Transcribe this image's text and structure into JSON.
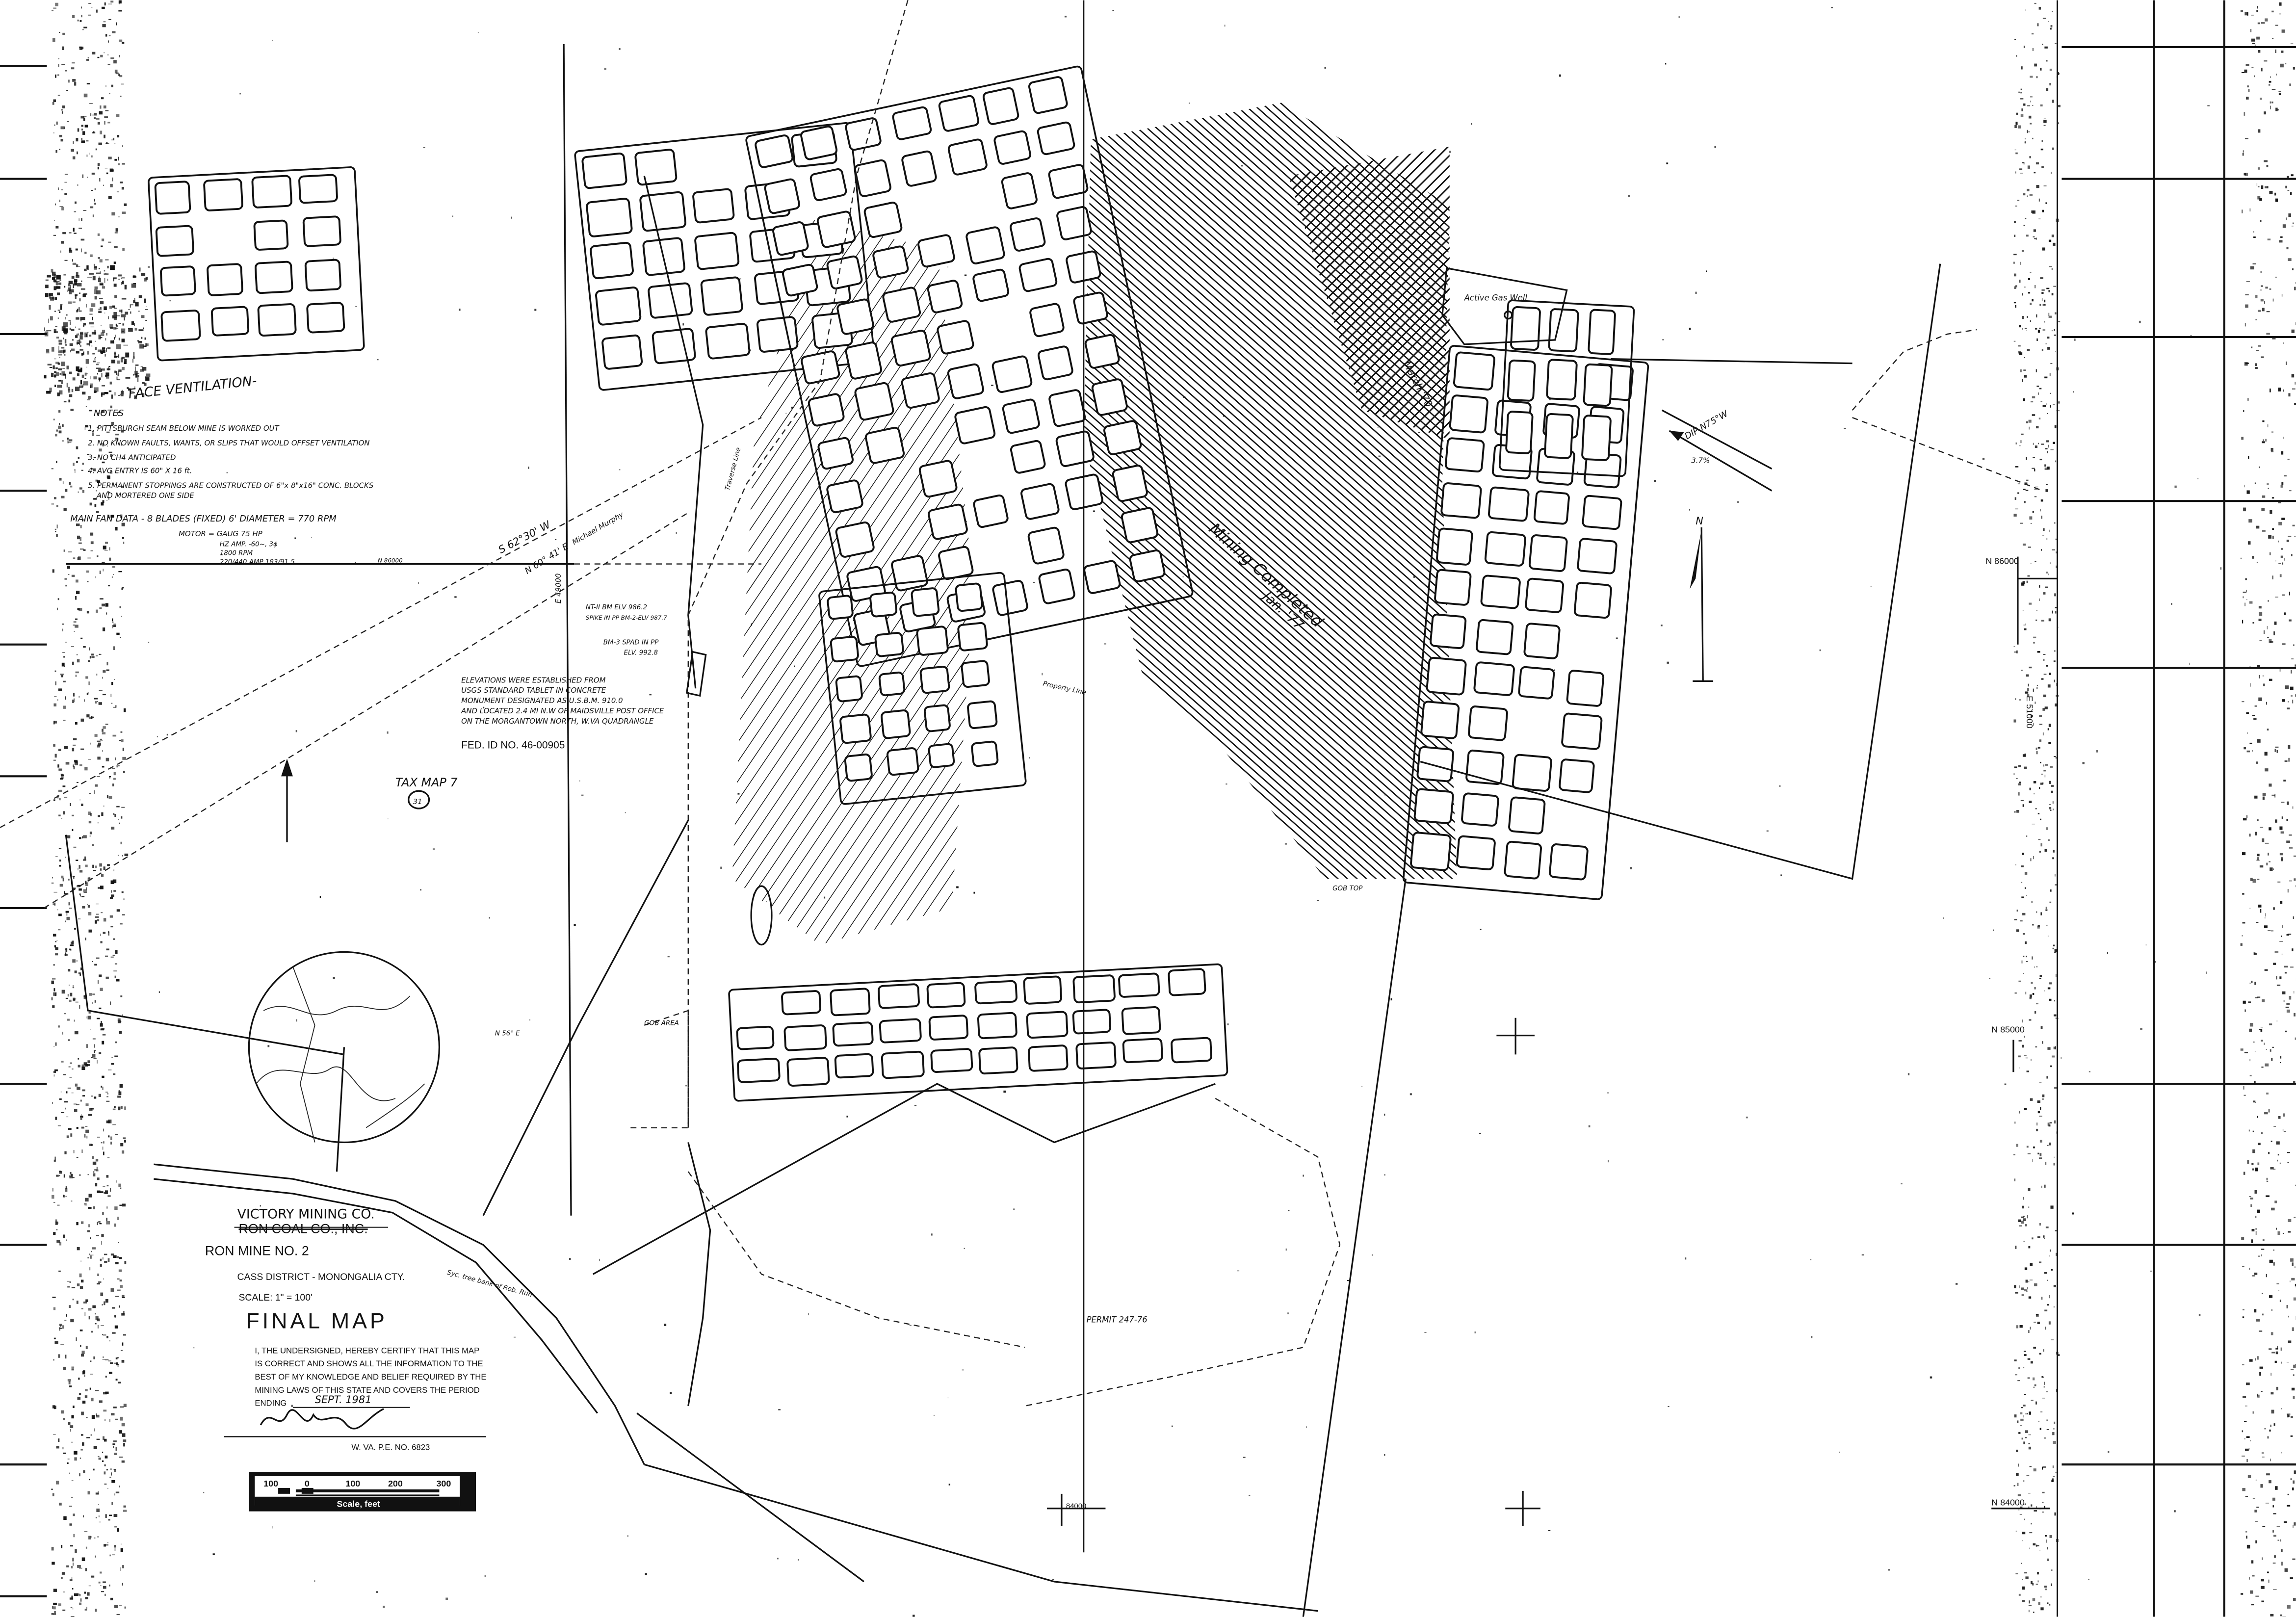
{
  "notes": {
    "heading": "FACE VENTILATION-",
    "label": "NOTES",
    "items": [
      "1. PITTSBURGH SEAM BELOW MINE IS WORKED OUT",
      "2. NO KNOWN FAULTS, WANTS, OR SLIPS THAT WOULD OFFSET VENTILATION",
      "3. NO CH4 ANTICIPATED",
      "4. AVG ENTRY IS 60\" X 16 ft.",
      "5. PERMANENT STOPPINGS ARE CONSTRUCTED OF 6\"x 8\"x16\" CONC. BLOCKS",
      "AND MORTERED ONE SIDE"
    ]
  },
  "fan_data": {
    "line1": "MAIN FAN DATA - 8 BLADES (FIXED) 6' DIAMETER = 770 RPM",
    "line2": "MOTOR = GAUG 75 HP",
    "line3": "HZ AMP. -60~, 3ϕ",
    "line4": "1800 RPM",
    "line5": "220/440 AMP 183/91.5",
    "grid_label": "N 86000"
  },
  "survey": {
    "bearing1": "S 62°30' W",
    "bearing2": "N 60° 41' E",
    "bearing_note": "Michael Murphy",
    "easting_left": "E 49000",
    "bm1": "NT-II BM ELV 986.2",
    "bm2": "SPIKE IN PP BM-2-ELV 987.7",
    "bm3": "BM-3 SPAD IN PP",
    "bm3_elev": "ELV. 992.8",
    "traverse": "Traverse Line",
    "property": "Property Line"
  },
  "elevation_note": [
    "ELEVATIONS WERE ESTABLISHED FROM",
    "USGS STANDARD TABLET IN CONCRETE",
    "MONUMENT DESIGNATED AS U.S.B.M. 910.0",
    "AND LOCATED 2.4 MI N.W OF MAIDSVILLE POST OFFICE",
    "ON THE MORGANTOWN NORTH, W.VA QUADRANGLE"
  ],
  "fed_id": "FED. ID NO. 46-00905",
  "tax_map": {
    "label": "TAX MAP 7",
    "parcel": "31"
  },
  "annotations": {
    "mining_completed": "Mining Completed",
    "mining_completed_date": "Jan. '77",
    "march": "March '70",
    "gas_well": "Active Gas Well",
    "dip": "DIP N75°W",
    "dip_pct": "3.7%",
    "gob_top": "GOB TOP",
    "gob_area": "GOB AREA",
    "permit": "PERMIT 247-76",
    "bearing_road": "N 56° E",
    "sycamore": "Syc. tree bank of Rob. Run",
    "north": "N"
  },
  "grid_labels": {
    "n86000": "N 86000",
    "e51000": "E 51000",
    "n85000": "N 85000",
    "n84000": "N 84000",
    "e_bottom": "84000"
  },
  "title_block": {
    "company_new": "VICTORY MINING CO.",
    "company_old": "RON COAL CO., INC.",
    "mine": "RON MINE NO. 2",
    "district": "CASS DISTRICT - MONONGALIA CTY.",
    "scale": "SCALE: 1\" = 100'",
    "title": "FINAL MAP",
    "certification": [
      "I, THE UNDERSIGNED, HEREBY CERTIFY THAT THIS MAP",
      "IS CORRECT AND SHOWS ALL THE INFORMATION TO THE",
      "BEST OF MY KNOWLEDGE AND BELIEF  REQUIRED BY THE",
      "MINING LAWS OF THIS STATE AND COVERS THE PERIOD"
    ],
    "ending_label": "ENDING",
    "ending_date": "SEPT. 1981",
    "signature": "Robert B. Walford",
    "pe_number": "W. VA. P.E. NO. 6823"
  },
  "scale_bar": {
    "ticks": [
      "100",
      "0",
      "100",
      "200",
      "300"
    ],
    "label": "Scale, feet"
  }
}
